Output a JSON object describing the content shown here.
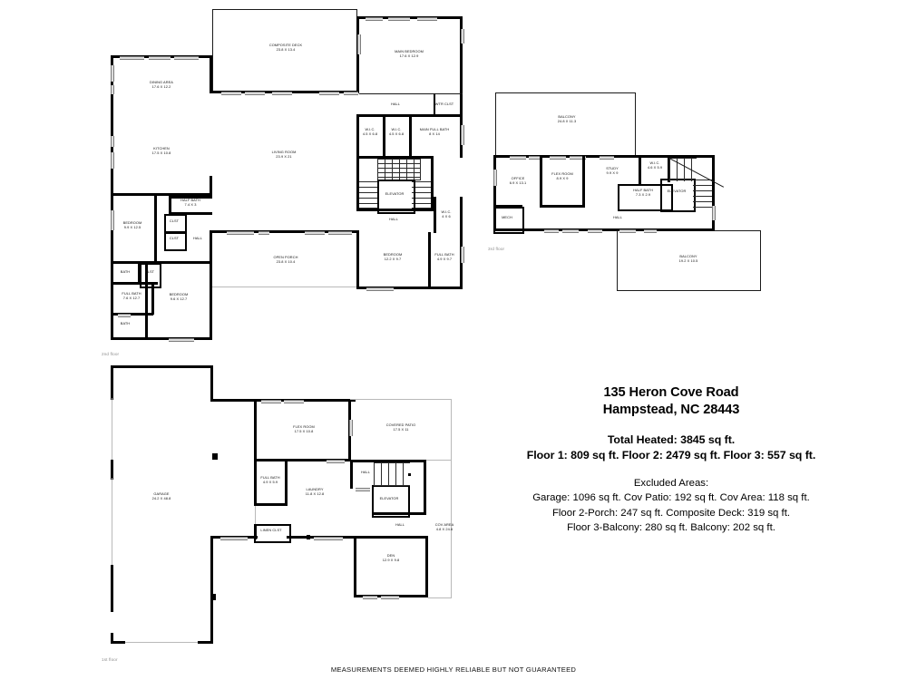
{
  "property": {
    "address_line1": "135 Heron Cove Road",
    "address_line2": "Hampstead, NC 28443",
    "total_heated": "Total Heated: 3845 sq ft.",
    "floor_breakdown": "Floor 1: 809 sq ft. Floor 2: 2479 sq ft. Floor 3: 557 sq ft.",
    "excluded_heading": "Excluded Areas:",
    "excluded_line1": "Garage: 1096 sq ft. Cov Patio: 192 sq ft. Cov Area: 118 sq ft.",
    "excluded_line2": "Floor 2-Porch: 247 sq ft. Composite Deck: 319 sq ft.",
    "excluded_line3": "Floor 3-Balcony: 280 sq ft. Balcony: 202 sq ft."
  },
  "disclaimer": "MEASUREMENTS DEEMED HIGHLY RELIABLE BUT NOT GUARANTEED",
  "floors": {
    "first": {
      "tag": "1st floor"
    },
    "second": {
      "tag": "2nd floor"
    },
    "third": {
      "tag": "3rd floor"
    }
  },
  "floor2_rooms": [
    {
      "name": "COMPOSITE DECK",
      "dim": "23.8 X 13.4"
    },
    {
      "name": "MAIN BEDROOM",
      "dim": "17.6 X 12.9"
    },
    {
      "name": "DINING AREA",
      "dim": "17.6 X 12.2"
    },
    {
      "name": "KITCHEN",
      "dim": "17.5 X 10.8"
    },
    {
      "name": "LIVING ROOM",
      "dim": "23.9 X 21"
    },
    {
      "name": "HALL",
      "dim": ""
    },
    {
      "name": "WTR CLST",
      "dim": ""
    },
    {
      "name": "W.I.C.",
      "dim": "4.5 X 6.8"
    },
    {
      "name": "W.I.C.",
      "dim": "4.5 X 6.8"
    },
    {
      "name": "MAIN FULL BATH",
      "dim": "8 X 14"
    },
    {
      "name": "ELEVATOR",
      "dim": ""
    },
    {
      "name": "HALL",
      "dim": ""
    },
    {
      "name": "W.I.C.",
      "dim": "4 X 6"
    },
    {
      "name": "HALF BATH",
      "dim": "7.4 X 3"
    },
    {
      "name": "CLST",
      "dim": ""
    },
    {
      "name": "CLST",
      "dim": ""
    },
    {
      "name": "HALL",
      "dim": ""
    },
    {
      "name": "BEDROOM",
      "dim": "9.9 X 12.5"
    },
    {
      "name": "BATH",
      "dim": ""
    },
    {
      "name": "CLST",
      "dim": ""
    },
    {
      "name": "FULL BATH",
      "dim": "7.6 X 12.7"
    },
    {
      "name": "BATH",
      "dim": ""
    },
    {
      "name": "BEDROOM",
      "dim": "9.6 X 12.7"
    },
    {
      "name": "OPEN PORCH",
      "dim": "23.8 X 10.4"
    },
    {
      "name": "BEDROOM",
      "dim": "12.2 X 9.7"
    },
    {
      "name": "FULL BATH",
      "dim": "4.9 X 9.7"
    }
  ],
  "floor3_rooms": [
    {
      "name": "BALCONY",
      "dim": "24.8 X 11.3"
    },
    {
      "name": "OFFICE",
      "dim": "6.9 X 13.1"
    },
    {
      "name": "FLEX ROOM",
      "dim": "8.9 X 9"
    },
    {
      "name": "STUDY",
      "dim": "9.9 X 9"
    },
    {
      "name": "W.I.C.",
      "dim": "4.6 X 5.9"
    },
    {
      "name": "HALF BATH",
      "dim": "7.3 X 2.9"
    },
    {
      "name": "ELEVATOR",
      "dim": ""
    },
    {
      "name": "MECH",
      "dim": ""
    },
    {
      "name": "HALL",
      "dim": ""
    },
    {
      "name": "BALCONY",
      "dim": "19.2 X 10.5"
    }
  ],
  "floor1_rooms": [
    {
      "name": "FLEX ROOM",
      "dim": "17.5 X 10.8"
    },
    {
      "name": "COVERED PATIO",
      "dim": "17.5 X 11"
    },
    {
      "name": "GARAGE",
      "dim": "24.2 X 48.8"
    },
    {
      "name": "FULL BATH",
      "dim": "4.9 X 5.9"
    },
    {
      "name": "LAUNDRY",
      "dim": "11.8 X 12.8"
    },
    {
      "name": "HALL",
      "dim": ""
    },
    {
      "name": "ELEVATOR",
      "dim": ""
    },
    {
      "name": "LINEN CLST",
      "dim": ""
    },
    {
      "name": "HALL",
      "dim": ""
    },
    {
      "name": "COV AREA",
      "dim": "4.8 X 24.6"
    },
    {
      "name": "DEN",
      "dim": "12.9 X 9.8"
    }
  ]
}
